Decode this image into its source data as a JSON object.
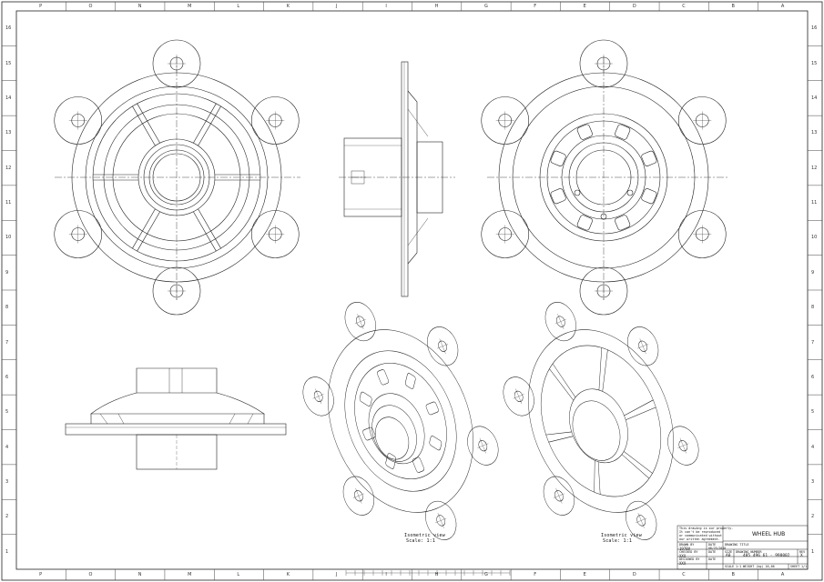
{
  "drawing": {
    "title": "WHEEL HUB",
    "title_label": "DRAWING TITLE",
    "notice": [
      "This drawing is our property.",
      "It can't be reproduced",
      "or communicated without",
      "our written agreement."
    ],
    "drawn_by_label": "DRAWN BY",
    "drawn_by": "1978V",
    "drawn_date": "08/25/2018",
    "checked_by_label": "CHECKED BY",
    "checked_by": "XXX",
    "designed_by_label": "DESIGNED BY",
    "designed_by": "XXX",
    "date_label": "DATE",
    "size_label": "SIZE",
    "size": "A0",
    "drawing_number_label": "DRAWING NUMBER",
    "drawing_number": "405 496 61 - 998002",
    "rev_label": "REV",
    "rev": "X",
    "scale_label": "SCALE",
    "scale": "1:1",
    "weight": "WEIGHT (kg) 16,66",
    "sheet_label": "SHEET",
    "sheet": "1/1"
  },
  "views": {
    "iso_left_caption": "Isometric view",
    "iso_left_scale": "Scale: 1:1",
    "iso_right_caption": "Isometric view",
    "iso_right_scale": "Scale: 1:1"
  },
  "zones": {
    "cols_top": [
      "P",
      "O",
      "N",
      "M",
      "L",
      "K",
      "J",
      "I",
      "H",
      "G",
      "F",
      "E",
      "D",
      "C",
      "B",
      "A"
    ],
    "cols_bottom": [
      "P",
      "O",
      "N",
      "M",
      "L",
      "K",
      "J",
      "I",
      "H",
      "G",
      "F",
      "E",
      "D",
      "C",
      "B",
      "A"
    ],
    "rows_left": [
      "16",
      "15",
      "14",
      "13",
      "12",
      "11",
      "10",
      "9",
      "8",
      "7",
      "6",
      "5",
      "4",
      "3",
      "2",
      "1"
    ],
    "rows_right": [
      "16",
      "15",
      "14",
      "13",
      "12",
      "11",
      "10",
      "9",
      "8",
      "7",
      "6",
      "5",
      "4",
      "3",
      "2",
      "1"
    ]
  }
}
